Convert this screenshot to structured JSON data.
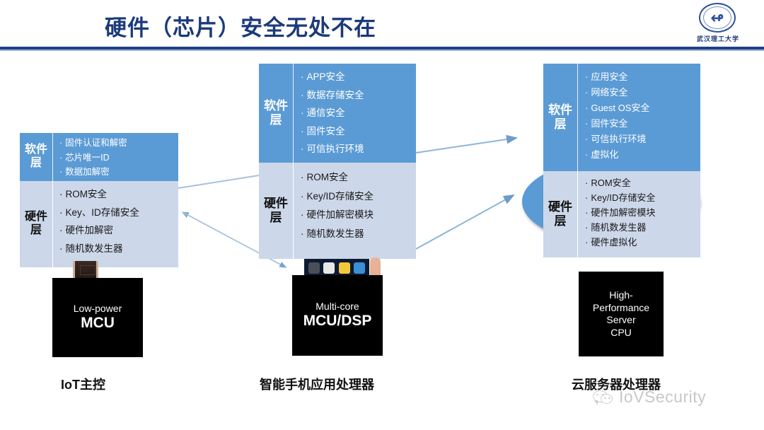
{
  "header": {
    "title": "硬件（芯片）安全无处不在",
    "logo_text": "武汉理工大学",
    "logo_icon": "university-seal-icon",
    "accent_color": "#1f3f86",
    "title_color": "#1b3a7a"
  },
  "theme": {
    "software_layer_color": "#5b9bd5",
    "hardware_layer_color": "#ccd7e9",
    "arrow_color": "#8fb4d9",
    "circle_color": "#5b9bd5"
  },
  "groups": [
    {
      "id": "iot",
      "software": {
        "label": "软件层",
        "items": [
          "固件认证和解密",
          "芯片唯一ID",
          "数据加解密"
        ]
      },
      "hardware": {
        "label": "硬件层",
        "items": [
          "ROM安全",
          "Key、ID存储安全",
          "硬件加解密",
          "随机数发生器"
        ]
      },
      "chip": {
        "line1": "Low-power",
        "line2": "MCU"
      },
      "caption": "IoT主控"
    },
    {
      "id": "phone",
      "software": {
        "label": "软件层",
        "items": [
          "APP安全",
          "数据存储安全",
          "通信安全",
          "固件安全",
          "可信执行环境"
        ]
      },
      "hardware": {
        "label": "硬件层",
        "items": [
          "ROM安全",
          "Key/ID存储安全",
          "硬件加解密模块",
          "随机数发生器"
        ]
      },
      "chip": {
        "line1": "Multi-core",
        "line2": "MCU/DSP"
      },
      "caption": "智能手机应用处理器"
    },
    {
      "id": "server",
      "software": {
        "label": "软件层",
        "items": [
          "应用安全",
          "网络安全",
          "Guest OS安全",
          "固件安全",
          "可信执行环境",
          "虚拟化"
        ]
      },
      "hardware": {
        "label": "硬件层",
        "items": [
          "ROM安全",
          "Key/ID存储安全",
          "硬件加解密模块",
          "随机数发生器",
          "硬件虚拟化"
        ]
      },
      "chip": {
        "line1": "High-",
        "line2": "Performance",
        "line3": "Server",
        "line4": "CPU"
      },
      "caption": "云服务器处理器"
    }
  ],
  "bullet": "·",
  "watermark": {
    "text": "IoVSecurity",
    "icon": "wechat-icon"
  }
}
